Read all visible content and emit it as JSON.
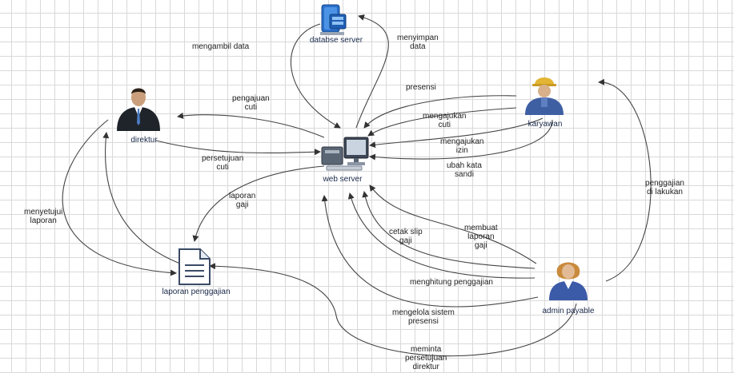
{
  "nodes": {
    "database_server": "databse server",
    "web_server": "web server",
    "direktur": "direktur",
    "karyawan": "karyawan",
    "admin_payable": "admin payable",
    "laporan_penggajian": "laporan penggajian"
  },
  "edges": {
    "mengambil_data": "mengambil data",
    "menyimpan_data": "menyimpan\ndata",
    "pengajuan_cuti": "pengajuan\ncuti",
    "persetujuan_cuti": "persetujuan\ncuti",
    "laporan_gaji": "laporan\ngaji",
    "menyetujui_laporan": "menyetujui\nlaporan",
    "presensi": "presensi",
    "mengajukan_cuti": "mengajukan\ncuti",
    "mengajukan_izin": "mengajukan\nizin",
    "ubah_kata_sandi": "ubah kata\nsandi",
    "penggajian_dilakukan": "penggajian\ndi lakukan",
    "cetak_slip_gaji": "cetak slip\ngaji",
    "membuat_laporan_gaji": "membuat\nlaporan\ngaji",
    "menghitung_penggajian": "menghitung penggajian",
    "mengelola_sistem_presensi": "mengelola sistem\npresensi",
    "meminta_persetujuan_direktur": "meminta\npersetujuan\ndirektur"
  },
  "icons": [
    "database-icon",
    "computer-icon",
    "businessman-icon",
    "worker-icon",
    "businesswoman-icon",
    "document-icon"
  ]
}
